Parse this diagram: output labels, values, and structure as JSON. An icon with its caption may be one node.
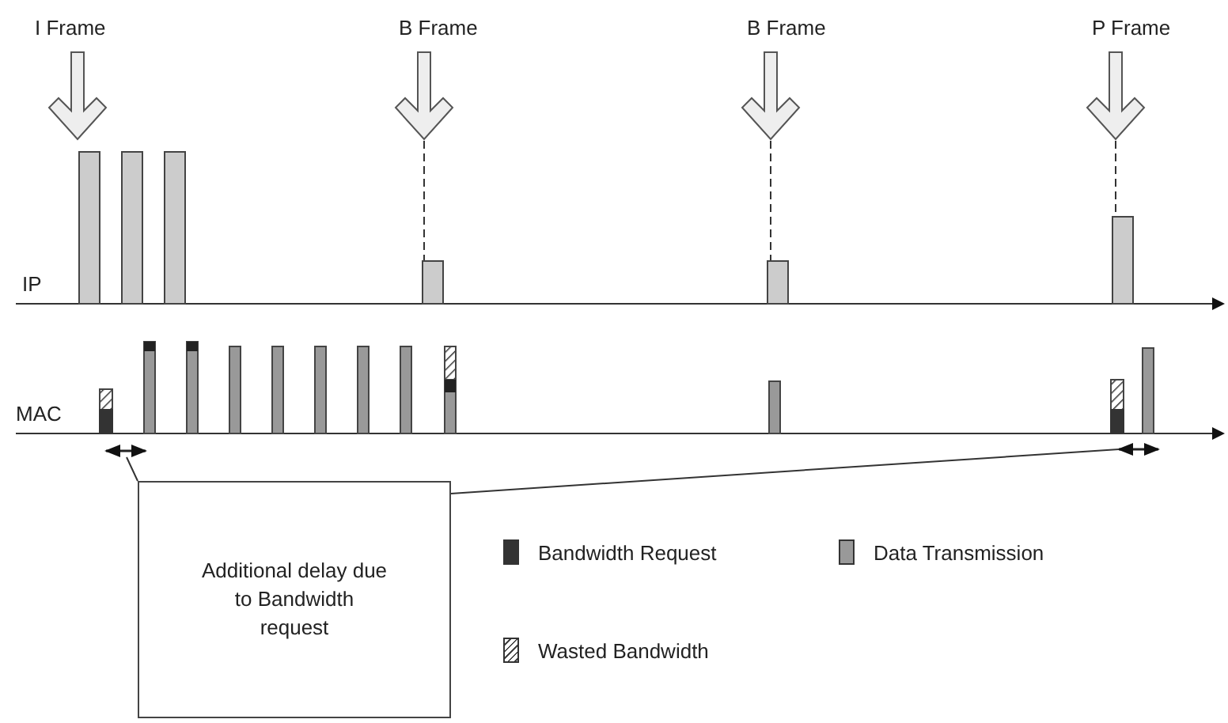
{
  "diagram": {
    "nodes": [
      {
        "text": [
          "Additional delay due to Bandwidth request"
        ]
      },
      {
        "text": [],
        "shape": "arrow"
      },
      {
        "text": [],
        "shape": "arrow"
      }
    ],
    "edges": [
      {
        "from": 0,
        "to": 1,
        "arrow": "none"
      },
      {
        "from": 0,
        "to": 2,
        "arrow": "none"
      }
    ],
    "labels": [
      "I Frame",
      "B Frame",
      "B Frame",
      "P Frame",
      "IP",
      "MAC"
    ],
    "legend": [
      {
        "text": "Bandwidth Request",
        "color": "#333333"
      },
      {
        "text": "Data Transmission",
        "color": "#999999"
      },
      {
        "text": "Wasted Bandwidth"
      }
    ]
  }
}
